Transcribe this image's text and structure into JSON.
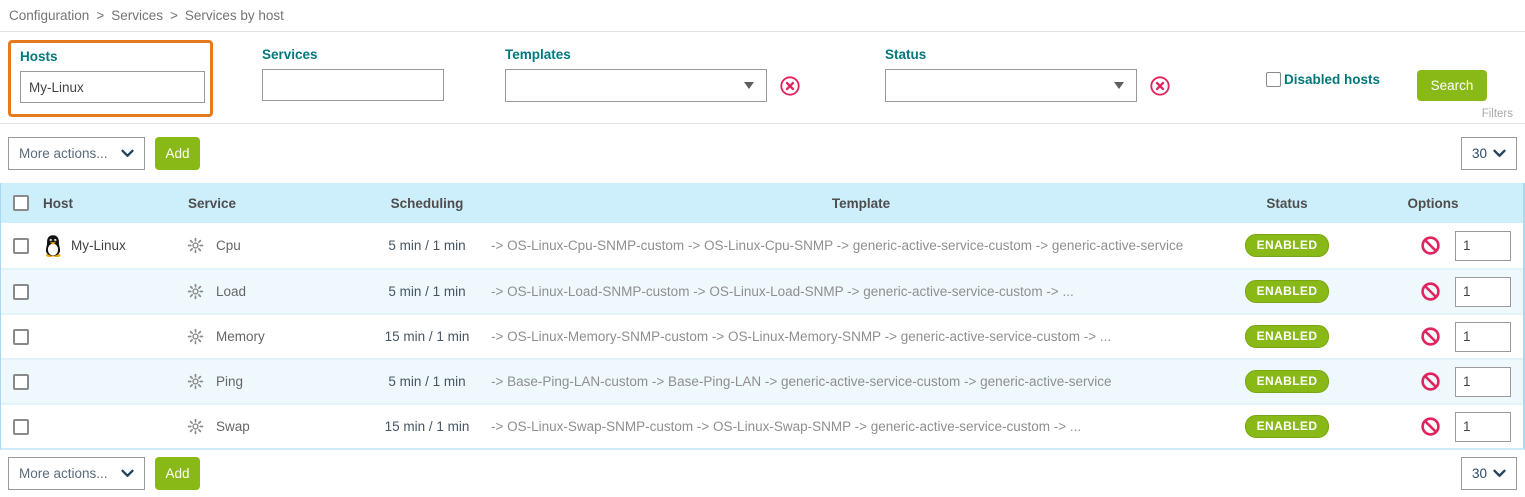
{
  "breadcrumb": {
    "items": [
      "Configuration",
      "Services",
      "Services by host"
    ],
    "separator": ">"
  },
  "filters": {
    "hosts": {
      "label": "Hosts",
      "value": "My-Linux"
    },
    "services": {
      "label": "Services",
      "value": ""
    },
    "templates": {
      "label": "Templates",
      "selected": ""
    },
    "status": {
      "label": "Status",
      "selected": ""
    },
    "disabled_hosts_label": "Disabled hosts",
    "search_button": "Search",
    "filters_caption": "Filters"
  },
  "toolbar_top": {
    "more_actions": "More actions...",
    "add_button": "Add",
    "page_size": "30"
  },
  "toolbar_bottom": {
    "more_actions": "More actions...",
    "add_button": "Add",
    "page_size": "30"
  },
  "table": {
    "headers": {
      "host": "Host",
      "service": "Service",
      "scheduling": "Scheduling",
      "template": "Template",
      "status": "Status",
      "options": "Options"
    },
    "rows": [
      {
        "host": "My-Linux",
        "service": "Cpu",
        "scheduling": "5 min / 1 min",
        "template": "-> OS-Linux-Cpu-SNMP-custom -> OS-Linux-Cpu-SNMP -> generic-active-service-custom -> generic-active-service",
        "status": "ENABLED",
        "options_value": "1"
      },
      {
        "host": "",
        "service": "Load",
        "scheduling": "5 min / 1 min",
        "template": "-> OS-Linux-Load-SNMP-custom -> OS-Linux-Load-SNMP -> generic-active-service-custom -> ...",
        "status": "ENABLED",
        "options_value": "1"
      },
      {
        "host": "",
        "service": "Memory",
        "scheduling": "15 min / 1 min",
        "template": "-> OS-Linux-Memory-SNMP-custom -> OS-Linux-Memory-SNMP -> generic-active-service-custom -> ...",
        "status": "ENABLED",
        "options_value": "1"
      },
      {
        "host": "",
        "service": "Ping",
        "scheduling": "5 min / 1 min",
        "template": "-> Base-Ping-LAN-custom -> Base-Ping-LAN -> generic-active-service-custom -> generic-active-service",
        "status": "ENABLED",
        "options_value": "1"
      },
      {
        "host": "",
        "service": "Swap",
        "scheduling": "15 min / 1 min",
        "template": "-> OS-Linux-Swap-SNMP-custom -> OS-Linux-Swap-SNMP -> generic-active-service-custom -> ...",
        "status": "ENABLED",
        "options_value": "1"
      }
    ]
  },
  "colors": {
    "accent_green": "#88b917",
    "label_teal": "#00787d",
    "highlight_orange": "#e87a1e",
    "alert_red": "#e0245e",
    "table_header_blue": "#cdeefb"
  }
}
